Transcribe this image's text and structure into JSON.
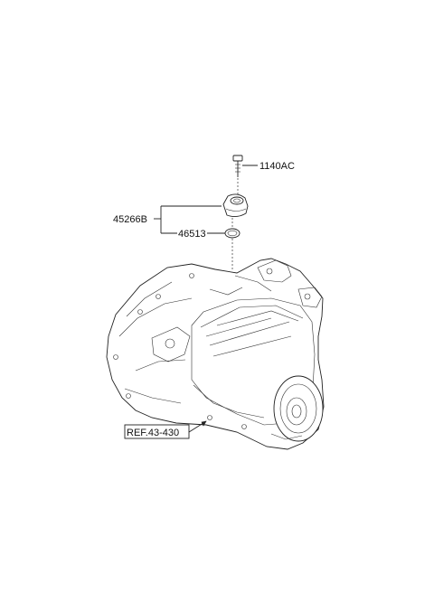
{
  "callouts": {
    "bolt": "1140AC",
    "assembly": "45266B",
    "ring": "46513",
    "reference": "REF.43-430"
  }
}
